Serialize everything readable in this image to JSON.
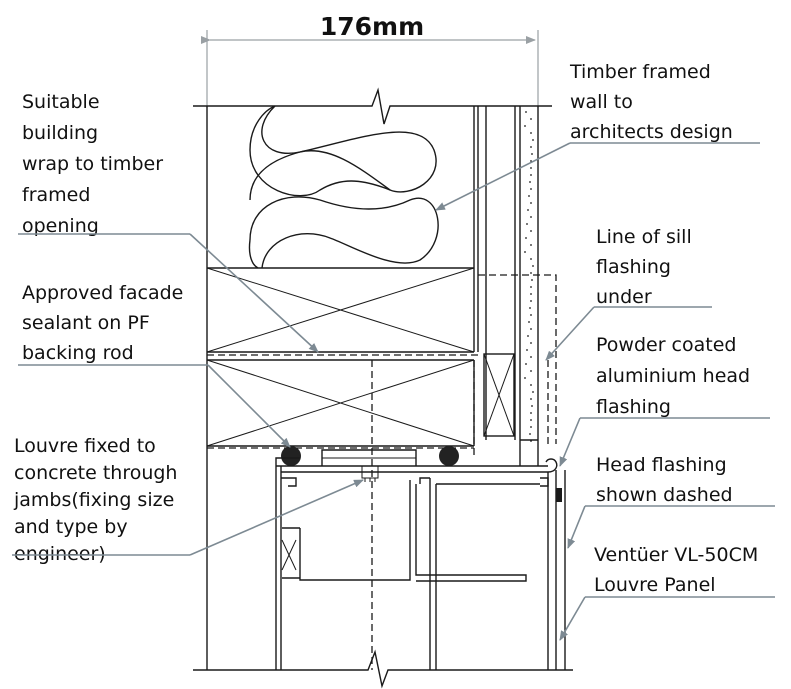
{
  "dimension": {
    "label": "176mm"
  },
  "labels": {
    "building_wrap": [
      "Suitable",
      "building",
      "wrap to timber",
      "framed",
      "opening"
    ],
    "timber_wall": [
      "Timber framed",
      "wall to",
      "architects design"
    ],
    "sill_flashing": [
      "Line of sill",
      "flashing",
      "under"
    ],
    "facade_sealant": [
      "Approved facade",
      "sealant on PF",
      "backing rod"
    ],
    "head_flashing_pc": [
      "Powder coated",
      "aluminium head",
      "flashing"
    ],
    "louvre_fixed": [
      "Louvre fixed to",
      "concrete through",
      "jambs(fixing size",
      "and type by",
      "engineer)"
    ],
    "head_flashing_dashed": [
      "Head flashing",
      "shown dashed"
    ],
    "louvre_panel": [
      "Ventüer VL-50CM",
      "Louvre Panel"
    ]
  },
  "colors": {
    "line": "#1a1a1a",
    "leader": "#7d8a93",
    "text": "#111111"
  }
}
